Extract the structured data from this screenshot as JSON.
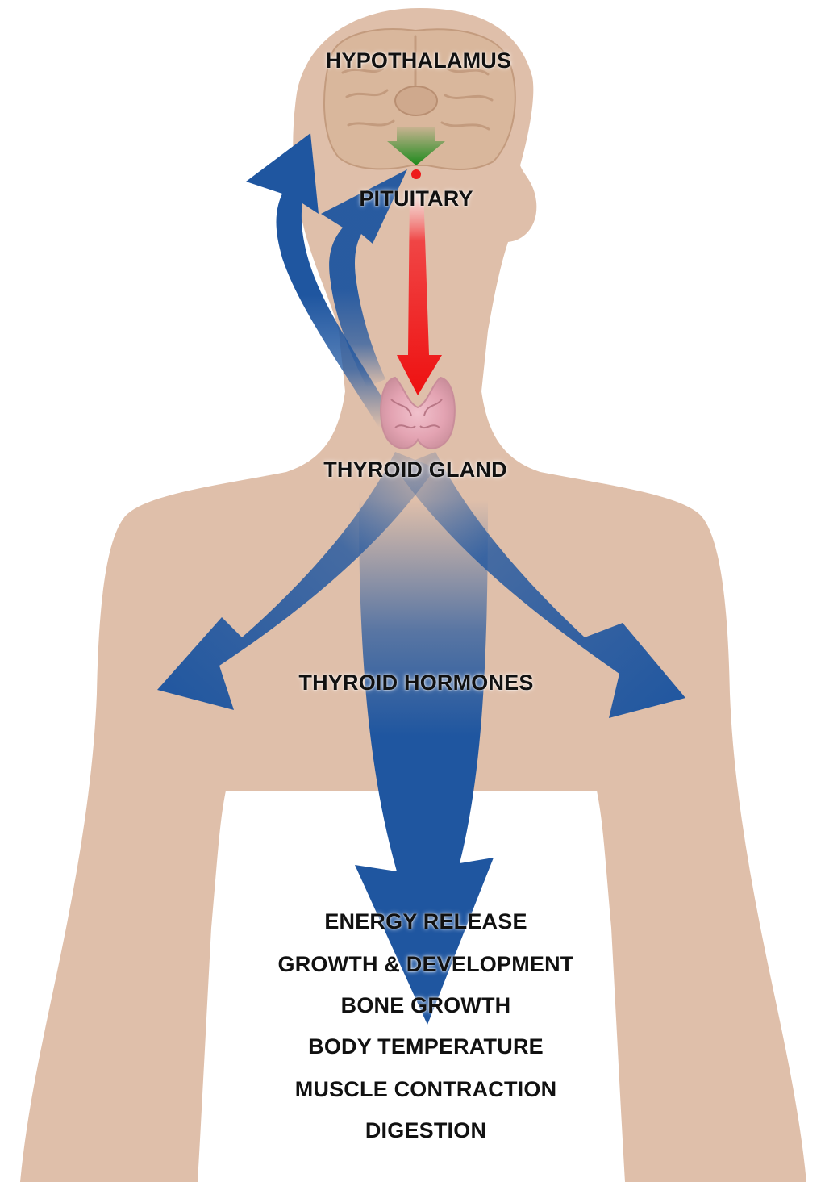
{
  "labels": {
    "hypothalamus": "HYPOTHALAMUS",
    "pituitary": "PITUITARY",
    "thyroid_gland": "THYROID GLAND",
    "thyroid_hormones": "THYROID HORMONES"
  },
  "effects": [
    "ENERGY RELEASE",
    "GROWTH & DEVELOPMENT",
    "BONE GROWTH",
    "BODY TEMPERATURE",
    "MUSCLE CONTRACTION",
    "DIGESTION"
  ],
  "colors": {
    "skin": "#dfbfaa",
    "hormone_arrow": "#1f56a0",
    "pituitary_arrow": "#ee1b1b",
    "hypothalamus_arrow": "#1c8a1c",
    "brain": "#d9b79c",
    "thyroid": "#e3a3b2"
  }
}
